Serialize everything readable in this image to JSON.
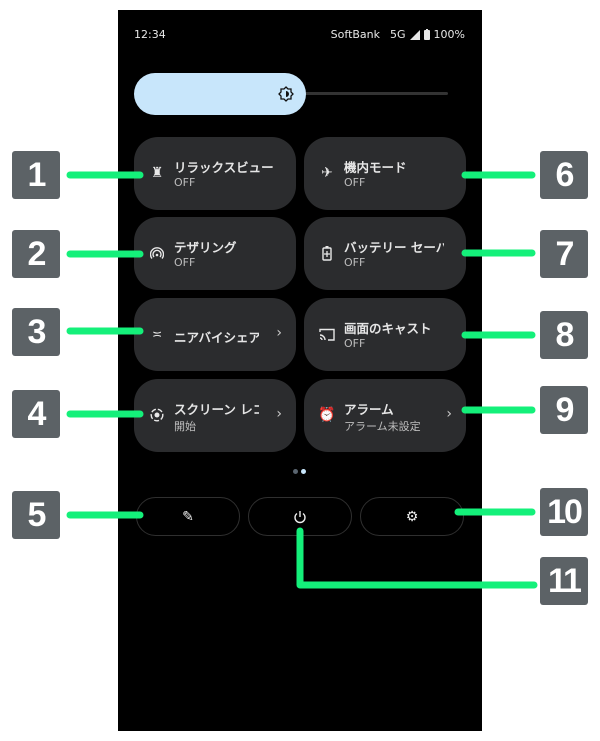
{
  "status_bar": {
    "time": "12:34",
    "carrier": "SoftBank",
    "network": "5G",
    "battery": "100%"
  },
  "brightness": {
    "level": 0.45,
    "icon": "brightness-icon"
  },
  "tiles": [
    {
      "label": "リラックスビュー",
      "sub": "OFF",
      "icon": "lamp-icon"
    },
    {
      "label": "機内モード",
      "sub": "OFF",
      "icon": "airplane-icon"
    },
    {
      "label": "テザリング",
      "sub": "OFF",
      "icon": "hotspot-icon"
    },
    {
      "label": "バッテリー セーバー",
      "sub": "OFF",
      "icon": "battery-saver-icon"
    },
    {
      "label": "ニアバイシェア",
      "sub": "",
      "icon": "nearby-share-icon"
    },
    {
      "label": "画面のキャスト",
      "sub": "OFF",
      "icon": "cast-icon"
    },
    {
      "label": "スクリーン レコード",
      "sub": "開始",
      "icon": "screen-record-icon"
    },
    {
      "label": "アラーム",
      "sub": "アラーム未設定",
      "icon": "alarm-icon"
    }
  ],
  "page_indicator": {
    "pages": 2,
    "current": 2
  },
  "bottom_buttons": [
    {
      "icon": "edit-icon"
    },
    {
      "icon": "power-icon"
    },
    {
      "icon": "settings-icon"
    }
  ],
  "callouts": [
    "1",
    "2",
    "3",
    "4",
    "5",
    "6",
    "7",
    "8",
    "9",
    "10",
    "11"
  ],
  "colors": {
    "callout_line": "#14f07a",
    "callout_box": "#5c6266",
    "slider": "#c8e6fb",
    "tile": "#2b2c2e"
  }
}
